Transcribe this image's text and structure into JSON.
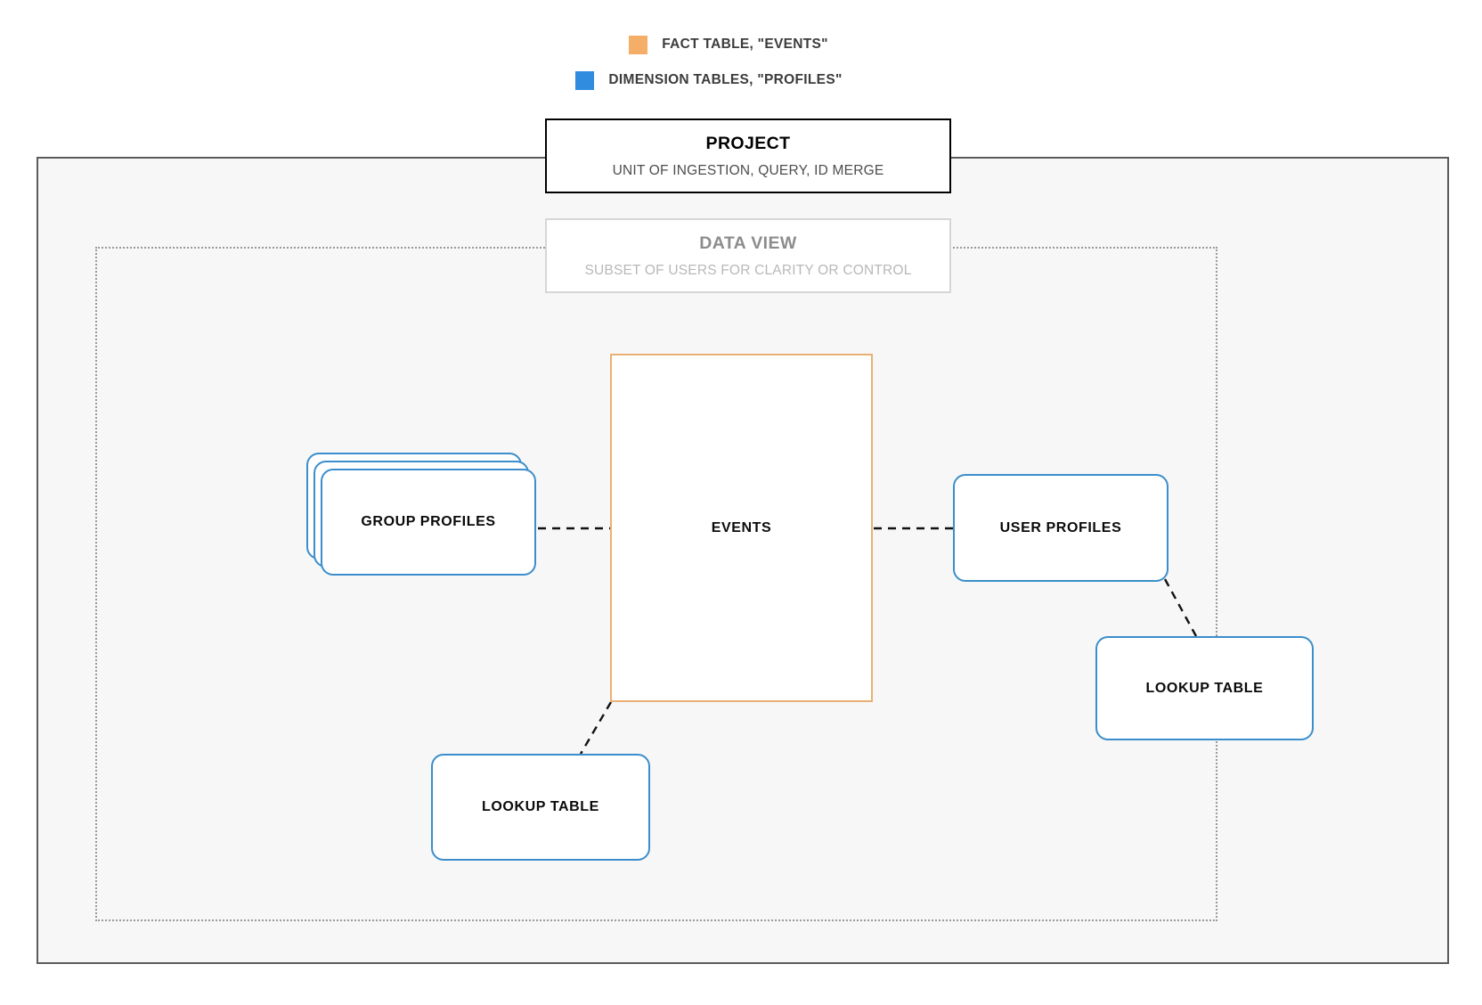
{
  "legend": {
    "items": [
      {
        "label": "FACT TABLE, \"EVENTS\"",
        "color": "#f4ae67",
        "swatch_name": "orange-swatch"
      },
      {
        "label": "DIMENSION TABLES, \"PROFILES\"",
        "color": "#2f8cdf",
        "swatch_name": "blue-swatch"
      }
    ]
  },
  "project": {
    "title": "PROJECT",
    "subtitle": "UNIT OF INGESTION, QUERY, ID MERGE",
    "border_color": "#000000",
    "fill_color": "#f7f7f7"
  },
  "data_view": {
    "title": "DATA VIEW",
    "subtitle": "SUBSET OF USERS FOR CLARITY OR CONTROL",
    "border_color": "#d6d6d6",
    "title_color": "#8c8c8c",
    "subtitle_color": "#b8b8b8"
  },
  "nodes": {
    "group_profiles": {
      "label": "GROUP PROFILES",
      "type": "dimension",
      "stacked": true,
      "color": "#3b8ecb"
    },
    "events": {
      "label": "EVENTS",
      "type": "fact",
      "color": "#e8b173"
    },
    "user_profiles": {
      "label": "USER PROFILES",
      "type": "dimension",
      "color": "#3b8ecb"
    },
    "lookup_table_left": {
      "label": "LOOKUP TABLE",
      "type": "dimension",
      "color": "#3b8ecb"
    },
    "lookup_table_right": {
      "label": "LOOKUP TABLE",
      "type": "dimension",
      "color": "#3b8ecb"
    }
  },
  "edges": {
    "style": "dashed",
    "color": "#111111",
    "list": [
      {
        "from": "group_profiles",
        "to": "events"
      },
      {
        "from": "events",
        "to": "user_profiles"
      },
      {
        "from": "events",
        "to": "lookup_table_left"
      },
      {
        "from": "user_profiles",
        "to": "lookup_table_right"
      }
    ]
  }
}
